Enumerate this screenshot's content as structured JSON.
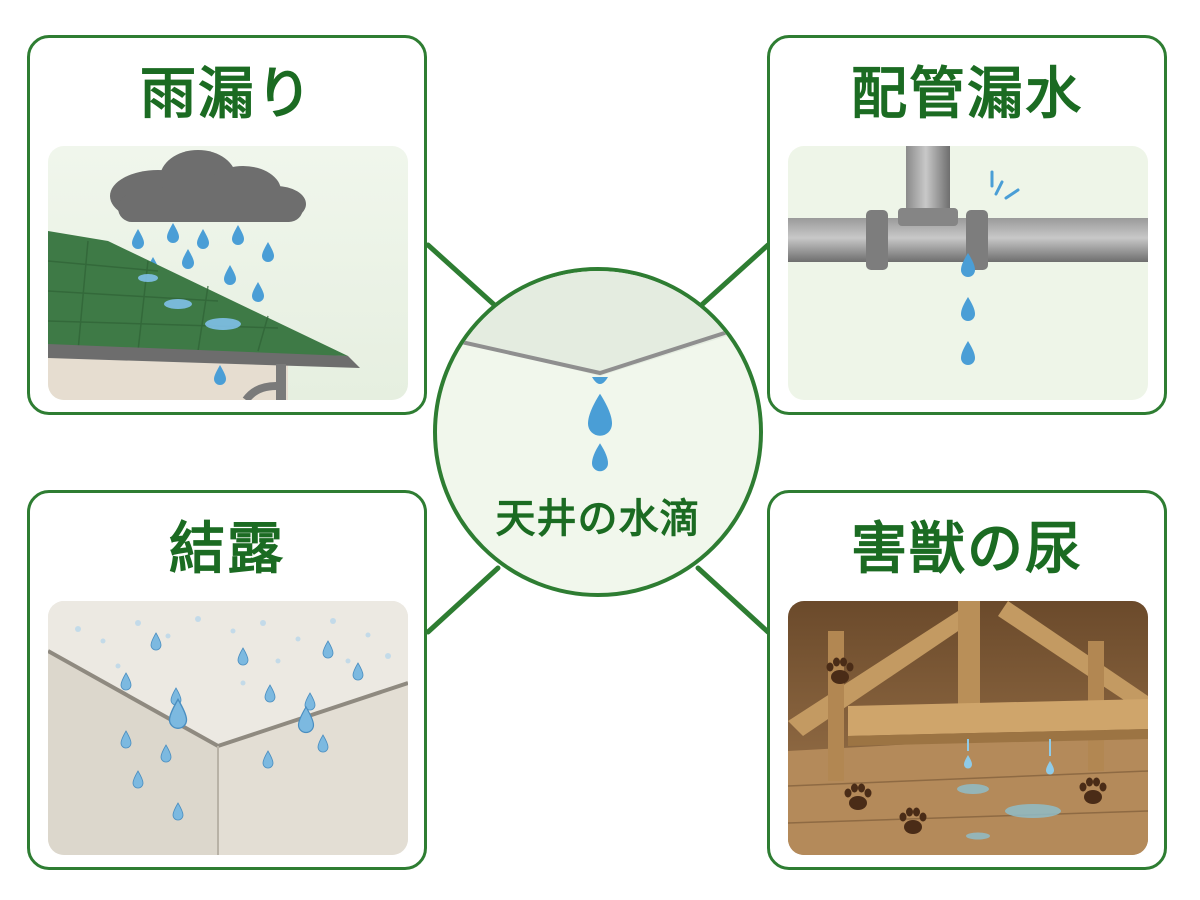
{
  "center": {
    "label": "天井の水滴",
    "icon": "ceiling-drip-icon"
  },
  "causes": [
    {
      "id": "rain",
      "label": "雨漏り",
      "icon": "rain-roof-icon"
    },
    {
      "id": "pipe",
      "label": "配管漏水",
      "icon": "leaking-pipe-icon"
    },
    {
      "id": "condensation",
      "label": "結露",
      "icon": "condensation-ceiling-icon"
    },
    {
      "id": "pest",
      "label": "害獣の尿",
      "icon": "attic-paw-prints-icon"
    }
  ],
  "colors": {
    "frame_green": "#2e7d32",
    "title_green": "#1b6b22",
    "panel_bg": "#eef5e8",
    "water_blue": "#4a9ed6"
  }
}
